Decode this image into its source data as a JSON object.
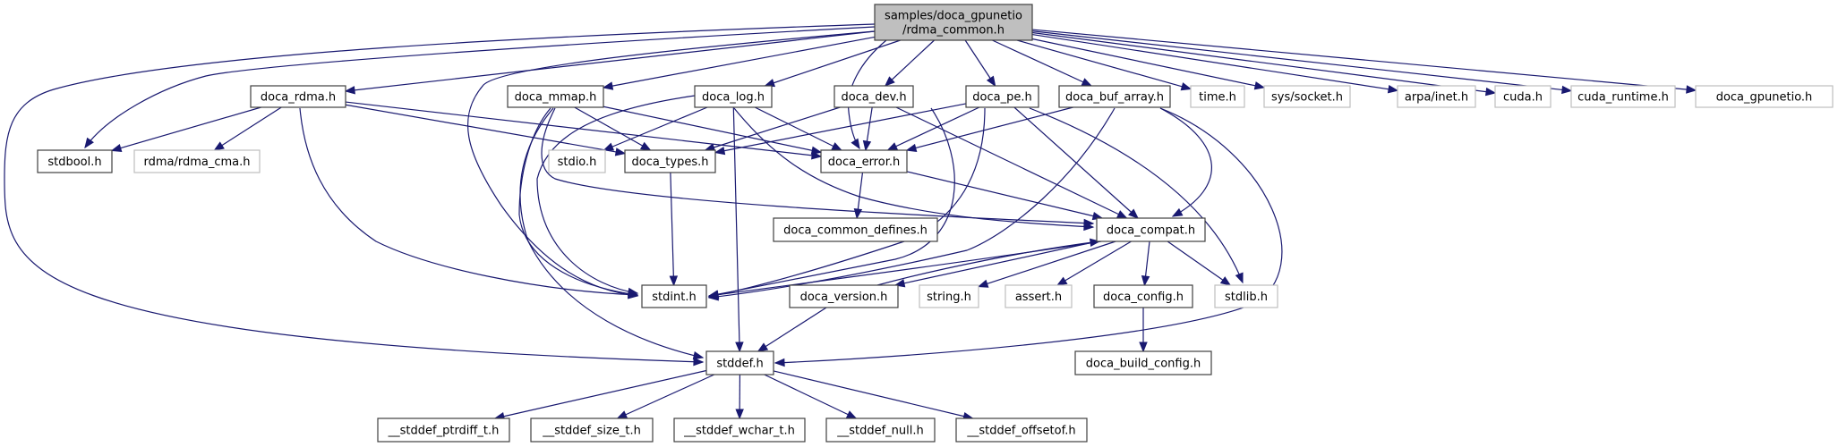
{
  "graph": {
    "title": "Include dependency graph for rdma_common.h",
    "colors": {
      "edge": "#191970",
      "root_fill": "#bfbfbf",
      "border": "#404040",
      "external_border": "#bfbfbf"
    },
    "nodes": [
      {
        "id": "root",
        "label_lines": [
          "samples/doca_gpunetio",
          "/rdma_common.h"
        ],
        "kind": "root"
      },
      {
        "id": "doca_rdma",
        "label": "doca_rdma.h",
        "kind": "internal"
      },
      {
        "id": "doca_mmap",
        "label": "doca_mmap.h",
        "kind": "internal"
      },
      {
        "id": "doca_log",
        "label": "doca_log.h",
        "kind": "internal"
      },
      {
        "id": "doca_dev",
        "label": "doca_dev.h",
        "kind": "internal"
      },
      {
        "id": "doca_pe",
        "label": "doca_pe.h",
        "kind": "internal"
      },
      {
        "id": "doca_buf_array",
        "label": "doca_buf_array.h",
        "kind": "internal"
      },
      {
        "id": "time",
        "label": "time.h",
        "kind": "external"
      },
      {
        "id": "sys_socket",
        "label": "sys/socket.h",
        "kind": "external"
      },
      {
        "id": "arpa_inet",
        "label": "arpa/inet.h",
        "kind": "external"
      },
      {
        "id": "cuda",
        "label": "cuda.h",
        "kind": "external"
      },
      {
        "id": "cuda_runtime",
        "label": "cuda_runtime.h",
        "kind": "external"
      },
      {
        "id": "doca_gpunetio",
        "label": "doca_gpunetio.h",
        "kind": "external"
      },
      {
        "id": "stdbool",
        "label": "stdbool.h",
        "kind": "internal"
      },
      {
        "id": "rdma_cma",
        "label": "rdma/rdma_cma.h",
        "kind": "external"
      },
      {
        "id": "stdio",
        "label": "stdio.h",
        "kind": "external"
      },
      {
        "id": "doca_types",
        "label": "doca_types.h",
        "kind": "internal"
      },
      {
        "id": "doca_error",
        "label": "doca_error.h",
        "kind": "internal"
      },
      {
        "id": "doca_common_defines",
        "label": "doca_common_defines.h",
        "kind": "internal"
      },
      {
        "id": "doca_compat",
        "label": "doca_compat.h",
        "kind": "internal"
      },
      {
        "id": "stdint",
        "label": "stdint.h",
        "kind": "internal"
      },
      {
        "id": "doca_version",
        "label": "doca_version.h",
        "kind": "internal"
      },
      {
        "id": "string",
        "label": "string.h",
        "kind": "external"
      },
      {
        "id": "assert",
        "label": "assert.h",
        "kind": "external"
      },
      {
        "id": "doca_config",
        "label": "doca_config.h",
        "kind": "internal"
      },
      {
        "id": "stdlib",
        "label": "stdlib.h",
        "kind": "external"
      },
      {
        "id": "stddef",
        "label": "stddef.h",
        "kind": "internal"
      },
      {
        "id": "doca_build_config",
        "label": "doca_build_config.h",
        "kind": "internal"
      },
      {
        "id": "stddef_ptrdiff_t",
        "label": "__stddef_ptrdiff_t.h",
        "kind": "internal"
      },
      {
        "id": "stddef_size_t",
        "label": "__stddef_size_t.h",
        "kind": "internal"
      },
      {
        "id": "stddef_wchar_t",
        "label": "__stddef_wchar_t.h",
        "kind": "internal"
      },
      {
        "id": "stddef_null",
        "label": "__stddef_null.h",
        "kind": "internal"
      },
      {
        "id": "stddef_offsetof",
        "label": "__stddef_offsetof.h",
        "kind": "internal"
      }
    ],
    "edges": [
      [
        "root",
        "doca_rdma"
      ],
      [
        "root",
        "doca_mmap"
      ],
      [
        "root",
        "doca_log"
      ],
      [
        "root",
        "doca_dev"
      ],
      [
        "root",
        "doca_pe"
      ],
      [
        "root",
        "doca_buf_array"
      ],
      [
        "root",
        "time"
      ],
      [
        "root",
        "sys_socket"
      ],
      [
        "root",
        "arpa_inet"
      ],
      [
        "root",
        "cuda"
      ],
      [
        "root",
        "cuda_runtime"
      ],
      [
        "root",
        "doca_gpunetio"
      ],
      [
        "root",
        "stdbool"
      ],
      [
        "root",
        "stdint"
      ],
      [
        "root",
        "stddef"
      ],
      [
        "root",
        "doca_error"
      ],
      [
        "doca_rdma",
        "stdbool"
      ],
      [
        "doca_rdma",
        "rdma_cma"
      ],
      [
        "doca_rdma",
        "doca_types"
      ],
      [
        "doca_rdma",
        "doca_error"
      ],
      [
        "doca_rdma",
        "stdint"
      ],
      [
        "doca_mmap",
        "doca_types"
      ],
      [
        "doca_mmap",
        "doca_error"
      ],
      [
        "doca_mmap",
        "doca_compat"
      ],
      [
        "doca_mmap",
        "stdint"
      ],
      [
        "doca_mmap",
        "stddef"
      ],
      [
        "doca_log",
        "stdio"
      ],
      [
        "doca_log",
        "doca_error"
      ],
      [
        "doca_log",
        "doca_compat"
      ],
      [
        "doca_log",
        "stdint"
      ],
      [
        "doca_log",
        "stddef"
      ],
      [
        "doca_dev",
        "doca_types"
      ],
      [
        "doca_dev",
        "doca_error"
      ],
      [
        "doca_dev",
        "doca_compat"
      ],
      [
        "doca_dev",
        "stdint"
      ],
      [
        "doca_pe",
        "doca_types"
      ],
      [
        "doca_pe",
        "doca_error"
      ],
      [
        "doca_pe",
        "doca_compat"
      ],
      [
        "doca_pe",
        "stdint"
      ],
      [
        "doca_pe",
        "stdlib"
      ],
      [
        "doca_buf_array",
        "doca_error"
      ],
      [
        "doca_buf_array",
        "doca_compat"
      ],
      [
        "doca_buf_array",
        "stdint"
      ],
      [
        "doca_buf_array",
        "stddef"
      ],
      [
        "doca_types",
        "stdint"
      ],
      [
        "doca_error",
        "doca_common_defines"
      ],
      [
        "doca_error",
        "doca_compat"
      ],
      [
        "doca_compat",
        "stdint"
      ],
      [
        "doca_compat",
        "doca_version"
      ],
      [
        "doca_compat",
        "string"
      ],
      [
        "doca_compat",
        "assert"
      ],
      [
        "doca_compat",
        "doca_config"
      ],
      [
        "doca_compat",
        "stdlib"
      ],
      [
        "doca_version",
        "stddef"
      ],
      [
        "doca_version",
        "doca_compat"
      ],
      [
        "doca_config",
        "doca_build_config"
      ],
      [
        "stddef",
        "stddef_ptrdiff_t"
      ],
      [
        "stddef",
        "stddef_size_t"
      ],
      [
        "stddef",
        "stddef_wchar_t"
      ],
      [
        "stddef",
        "stddef_null"
      ],
      [
        "stddef",
        "stddef_offsetof"
      ]
    ]
  }
}
